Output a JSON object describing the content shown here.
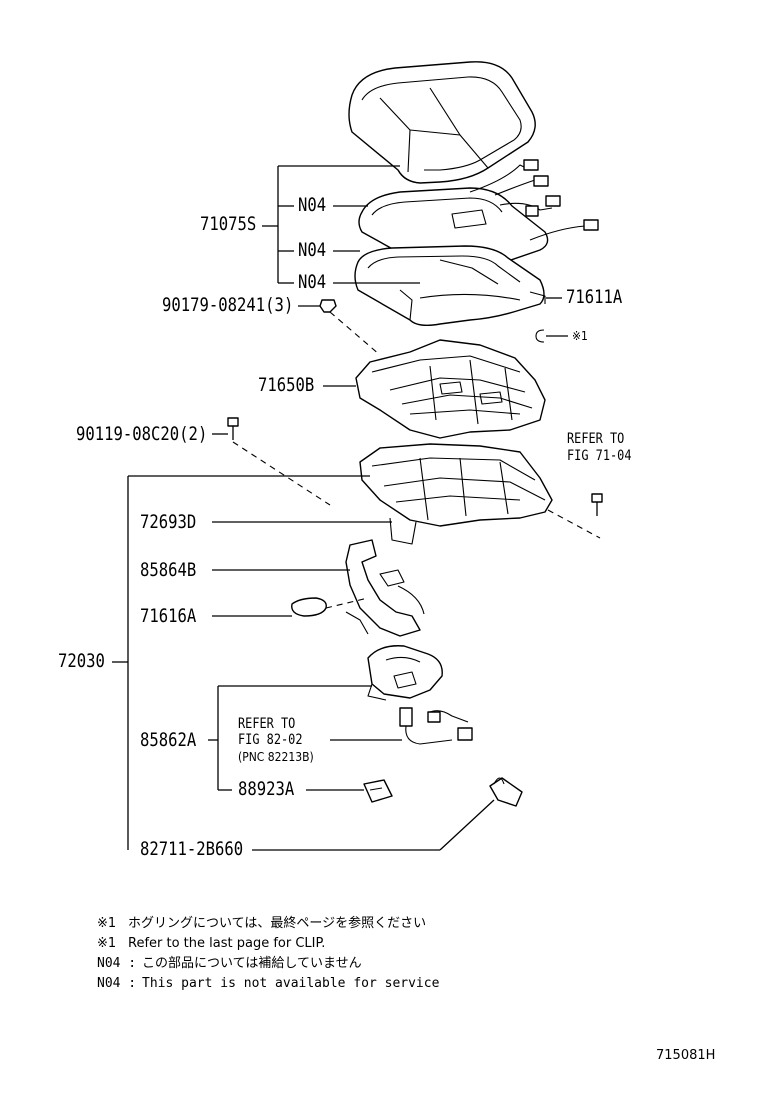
{
  "part_numbers": {
    "p71075S": "71075S",
    "n04_a": "N04",
    "n04_b": "N04",
    "n04_c": "N04",
    "p71611A": "71611A",
    "p90179": "90179-08241(3)",
    "clip_mark": "※1",
    "p71650B": "71650B",
    "p90119": "90119-08C20(2)",
    "refer_71_line1": "REFER TO",
    "refer_71_line2": "FIG 71-04",
    "p72693D": "72693D",
    "p85864B": "85864B",
    "p71616A": "71616A",
    "p72030": "72030",
    "p85862A": "85862A",
    "refer_82_line1": "REFER TO",
    "refer_82_line2": "FIG 82-02",
    "refer_82_line3": "(PNC 82213B)",
    "p88923A": "88923A",
    "p82711": "82711-2B660"
  },
  "notes": [
    {
      "mark": "※1",
      "text": "ホグリングについては、最終ページを参照ください"
    },
    {
      "mark": "※1",
      "text": "Refer to the last page for CLIP."
    },
    {
      "mark": "N04",
      "text": "この部品については補給していません"
    },
    {
      "mark": "N04",
      "text": "This part is not available for service"
    }
  ],
  "figure_id": "715081H"
}
